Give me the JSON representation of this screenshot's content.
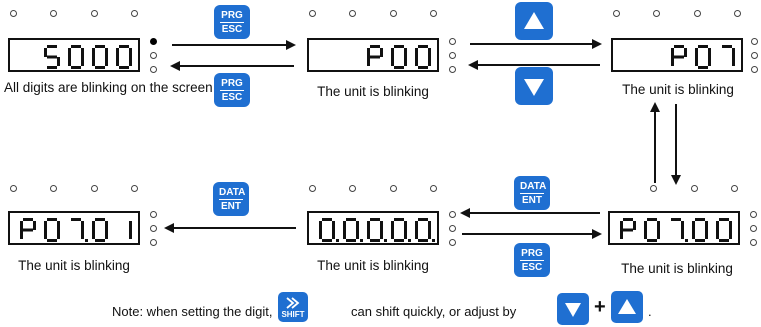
{
  "panels": [
    {
      "id": "p1",
      "digits": "5000",
      "dp": [],
      "caption": "All digits are blinking on the screen",
      "top_dot_filled": false,
      "side_first_filled": true
    },
    {
      "id": "p2",
      "digits": "P00",
      "dp": [],
      "caption": "The unit is blinking",
      "top_dot_filled": false,
      "side_first_filled": false
    },
    {
      "id": "p3",
      "digits": "P07",
      "dp": [],
      "caption": "The unit is blinking",
      "top_dot_filled": false,
      "side_first_filled": false
    },
    {
      "id": "p4",
      "digits": "P07.01",
      "dp": [
        2
      ],
      "caption": "The unit is blinking",
      "top_dot_filled": false,
      "side_first_filled": false
    },
    {
      "id": "p5",
      "digits": "0.0.0.0.0.",
      "dp": [
        0,
        1,
        2,
        3,
        4
      ],
      "caption": "The unit is blinking",
      "top_dot_filled": false,
      "side_first_filled": false
    },
    {
      "id": "p6",
      "digits": "P07.00",
      "dp": [
        2
      ],
      "caption": "The unit is blinking",
      "top_dot_filled": false,
      "side_first_filled": false
    }
  ],
  "keys": {
    "prg_esc": {
      "line1": "PRG",
      "line2": "ESC"
    },
    "data_ent": {
      "line1": "DATA",
      "line2": "ENT"
    },
    "shift": {
      "label": "SHIFT"
    },
    "up": {
      "icon": "up-triangle-icon"
    },
    "down": {
      "icon": "down-triangle-icon"
    }
  },
  "note": {
    "prefix": "Note: when setting the digit,",
    "middle": "can shift quickly, or adjust by",
    "plus": "+",
    "suffix": "."
  },
  "colors": {
    "key_blue": "#1f6fd1",
    "line": "#111111"
  }
}
